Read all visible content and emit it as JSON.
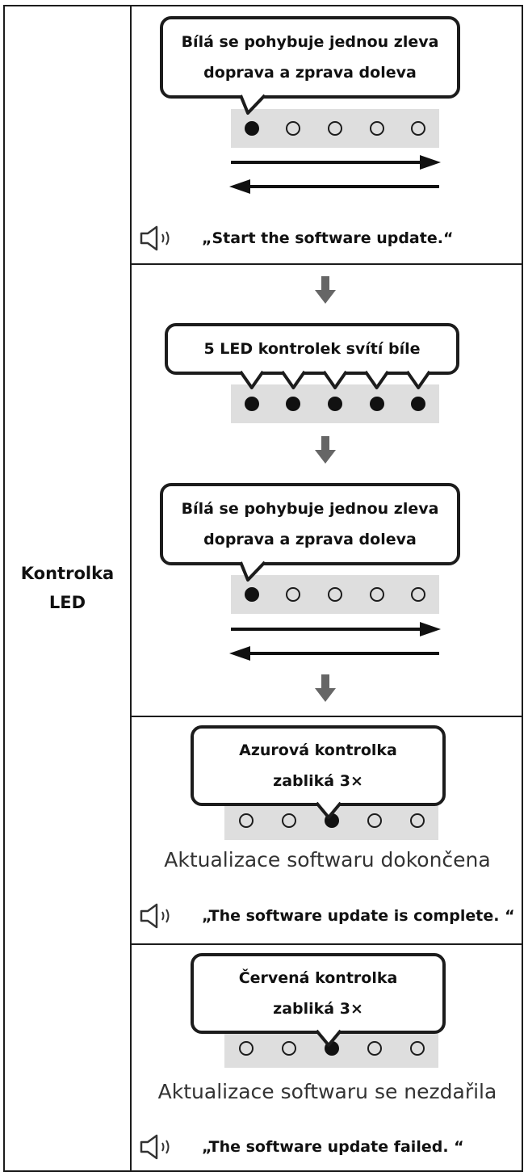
{
  "side_label": [
    "Kontrolka",
    "LED"
  ],
  "steps": {
    "moving_white": [
      "Bílá se pohybuje jednou zleva",
      "doprava a zprava doleva"
    ],
    "all_white": "5 LED kontrolek svítí bíle",
    "moving_white_2": [
      "Bílá se pohybuje jednou zleva",
      "doprava a zprava doleva"
    ],
    "cyan_blink": [
      "Azurová kontrolka",
      "zabliká 3×"
    ],
    "red_blink": [
      "Červená kontrolka",
      "zabliká 3×"
    ]
  },
  "status": {
    "complete": "Aktualizace softwaru dokončena",
    "failed": "Aktualizace softwaru se nezdařila"
  },
  "voice": {
    "start": "„Start the software update.“",
    "complete": "„The software update is complete. “",
    "failed": "„The software update failed. “"
  },
  "icons": {
    "speaker": "speaker-icon",
    "down_arrow": "down-arrow-icon",
    "right_arrow": "right-arrow-icon",
    "left_arrow": "left-arrow-icon"
  },
  "led_states": {
    "moving_white": [
      1,
      0,
      0,
      0,
      0
    ],
    "all_white": [
      1,
      1,
      1,
      1,
      1
    ],
    "moving_white_2": [
      1,
      0,
      0,
      0,
      0
    ],
    "cyan_blink": [
      0,
      0,
      1,
      0,
      0
    ],
    "red_blink": [
      0,
      0,
      1,
      0,
      0
    ]
  }
}
